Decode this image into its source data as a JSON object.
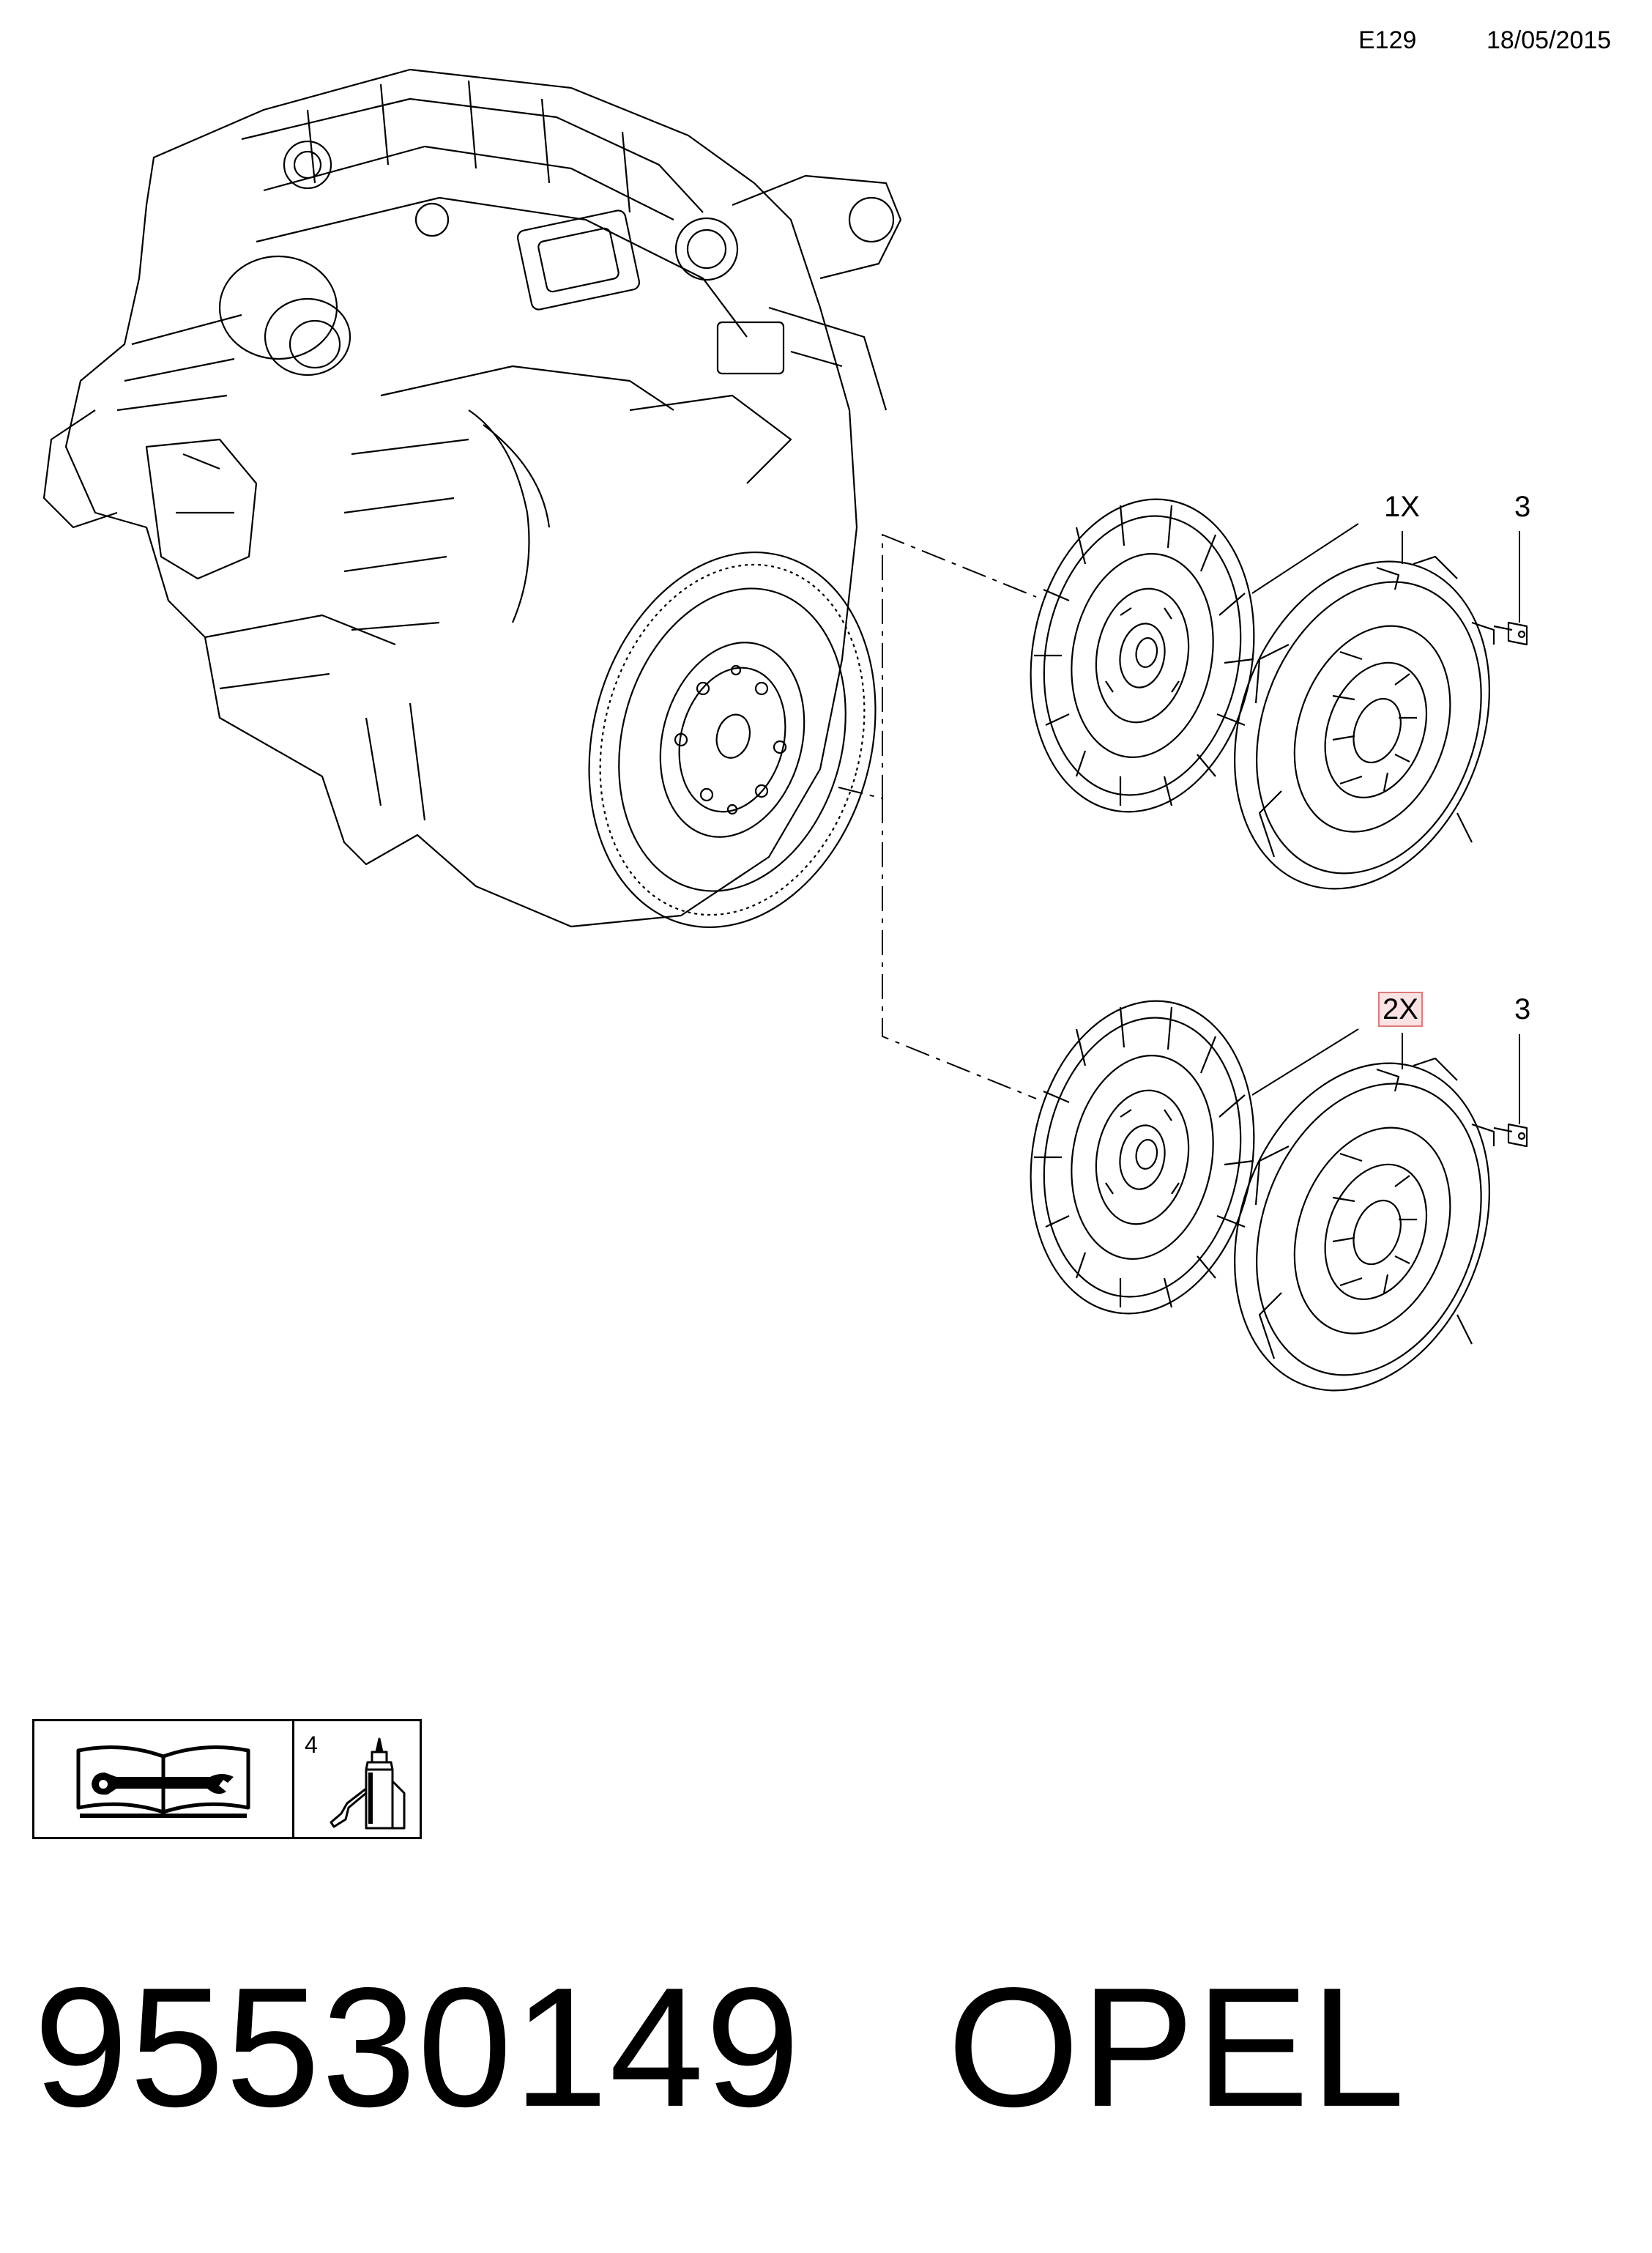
{
  "header": {
    "code": "E129",
    "date": "18/05/2015"
  },
  "callouts": {
    "first_kit": "1X",
    "first_bolt": "3",
    "second_kit": "2X",
    "second_bolt": "3"
  },
  "legend": {
    "book_icon": "repair-manual-icon",
    "adhesive_number": "4",
    "adhesive_icon": "adhesive-tube-icon"
  },
  "footer": {
    "part_number": "95530149",
    "brand": "OPEL"
  }
}
